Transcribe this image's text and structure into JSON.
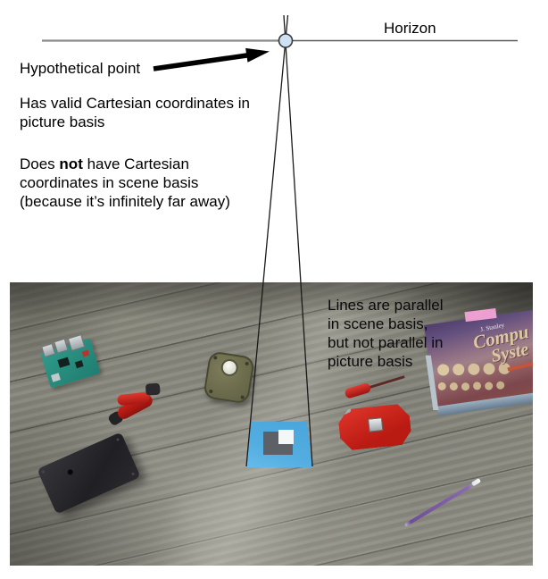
{
  "labels": {
    "horizon": "Horizon",
    "hypothetical_point": "Hypothetical point"
  },
  "annotations": {
    "picture_basis_note": {
      "line1": "Has valid Cartesian coordinates in",
      "line2": "picture basis"
    },
    "scene_basis_note": {
      "prefix": "Does ",
      "bold_word": "not",
      "suffix": " have Cartesian",
      "line2": "coordinates in scene basis",
      "line3": "(because it’s infinitely far away)"
    },
    "photo_note": {
      "line1": "Lines are parallel",
      "line2": "in scene basis,",
      "line3": "but not parallel in",
      "line4": "picture basis"
    }
  },
  "photo": {
    "book": {
      "author": "J. Stanley",
      "title_line1": "Compu",
      "title_line2": "Syste"
    }
  },
  "colors": {
    "point_fill": "#cfe1f5",
    "line_dark": "#1a1a1a",
    "horizon_gray": "#8a8a8a",
    "horizon_gray_right": "#5a5a5a",
    "marker_blue": "#53ade0",
    "clamp_red": "#c9201a",
    "case_red": "#b91a12",
    "tank_olive": "#5f5f42",
    "box_black": "#202024",
    "pi_teal": "#2f9b8a",
    "pen_purple": "#7e5fa6",
    "sticky_pink": "#ec9fd0",
    "book_purple": "#4f3d6b",
    "book_cream": "#dcc9a2",
    "pages_blue": "#9db0c0"
  }
}
